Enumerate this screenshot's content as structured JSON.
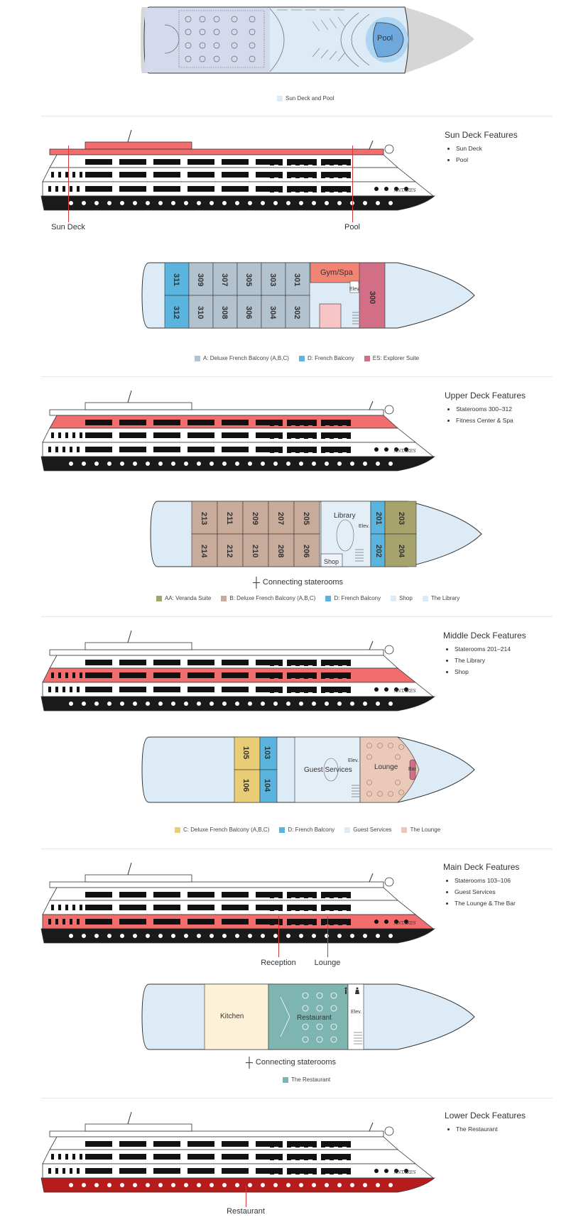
{
  "colors": {
    "accent_red": "#f26d6d",
    "deep_red": "#b71c1c",
    "deluxe_a": "#b3c2cf",
    "french_balcony": "#5ab4dd",
    "explorer_suite": "#d26f86",
    "veranda": "#a7a36d",
    "deluxe_b": "#c9ab9b",
    "deluxe_c": "#e8cd76",
    "shop": "#dcebf5",
    "library": "#dcebf5",
    "guest_services": "#dcebf5",
    "lounge": "#ebc9b8",
    "restaurant": "#7fb5b0",
    "kitchen": "#fdf2d8",
    "hull_light": "#dcebf5",
    "pool": "#6ea8dc"
  },
  "sun": {
    "pool_label": "Pool",
    "legend": [
      {
        "label": "Sun Deck and Pool",
        "color": "#dcebf5"
      }
    ],
    "features_title": "Sun Deck Features",
    "features": [
      "Sun Deck",
      "Pool"
    ],
    "callouts": [
      "Sun Deck",
      "Pool"
    ]
  },
  "upper": {
    "rooms_top": [
      "311",
      "309",
      "307",
      "305",
      "303",
      "301"
    ],
    "rooms_bottom": [
      "312",
      "310",
      "308",
      "306",
      "304",
      "302"
    ],
    "gym_label": "Gym/Spa",
    "elev_label": "Elev.",
    "suite_label": "300",
    "legend": [
      {
        "label": "A: Deluxe French Balcony (A,B,C)",
        "color": "#b3c2cf"
      },
      {
        "label": "D: French Balcony",
        "color": "#5ab4dd"
      },
      {
        "label": "ES: Explorer Suite",
        "color": "#d26f86"
      }
    ],
    "features_title": "Upper Deck Features",
    "features": [
      "Staterooms 300–312",
      "Fitness Center & Spa"
    ]
  },
  "middle": {
    "rooms_top": [
      "213",
      "211",
      "209",
      "207",
      "205"
    ],
    "rooms_bottom": [
      "214",
      "212",
      "210",
      "208",
      "206"
    ],
    "library_label": "Library",
    "shop_label": "Shop",
    "elev_label": "Elev.",
    "fb_rooms": [
      "201",
      "202"
    ],
    "veranda_rooms": [
      "203",
      "204"
    ],
    "connecting": "Connecting staterooms",
    "legend": [
      {
        "label": "AA: Veranda Suite",
        "color": "#a7a36d"
      },
      {
        "label": "B: Deluxe French Balcony (A,B,C)",
        "color": "#c9ab9b"
      },
      {
        "label": "D: French Balcony",
        "color": "#5ab4dd"
      },
      {
        "label": "Shop",
        "color": "#dcebf5"
      },
      {
        "label": "The Library",
        "color": "#dcebf5"
      }
    ],
    "features_title": "Middle Deck Features",
    "features": [
      "Staterooms 201–214",
      "The Library",
      "Shop"
    ]
  },
  "main": {
    "deluxe_rooms": [
      "105",
      "106"
    ],
    "fb_rooms": [
      "103",
      "104"
    ],
    "guest_label": "Guest Services",
    "elev_label": "Elev.",
    "lounge_label": "Lounge",
    "bar_label": "Bar",
    "legend": [
      {
        "label": "C: Deluxe French Balcony (A,B,C)",
        "color": "#e8cd76"
      },
      {
        "label": "D: French Balcony",
        "color": "#5ab4dd"
      },
      {
        "label": "Guest Services",
        "color": "#dcebf5"
      },
      {
        "label": "The Lounge",
        "color": "#ebc9b8"
      }
    ],
    "features_title": "Main Deck Features",
    "features": [
      "Staterooms 103–106",
      "Guest Services",
      "The Lounge & The Bar"
    ],
    "callouts": [
      "Reception",
      "Lounge"
    ]
  },
  "lower": {
    "kitchen_label": "Kitchen",
    "restaurant_label": "Restaurant",
    "elev_label": "Elev.",
    "connecting": "Connecting staterooms",
    "legend": [
      {
        "label": "The Restaurant",
        "color": "#7fb5b0"
      }
    ],
    "features_title": "Lower Deck Features",
    "features": [
      "The Restaurant"
    ],
    "callouts": [
      "Restaurant"
    ]
  },
  "ship_name": "ANTARES",
  "icons": [
    "stairs-icon",
    "elevator-icon",
    "connecting-door-icon",
    "restroom-icon"
  ]
}
